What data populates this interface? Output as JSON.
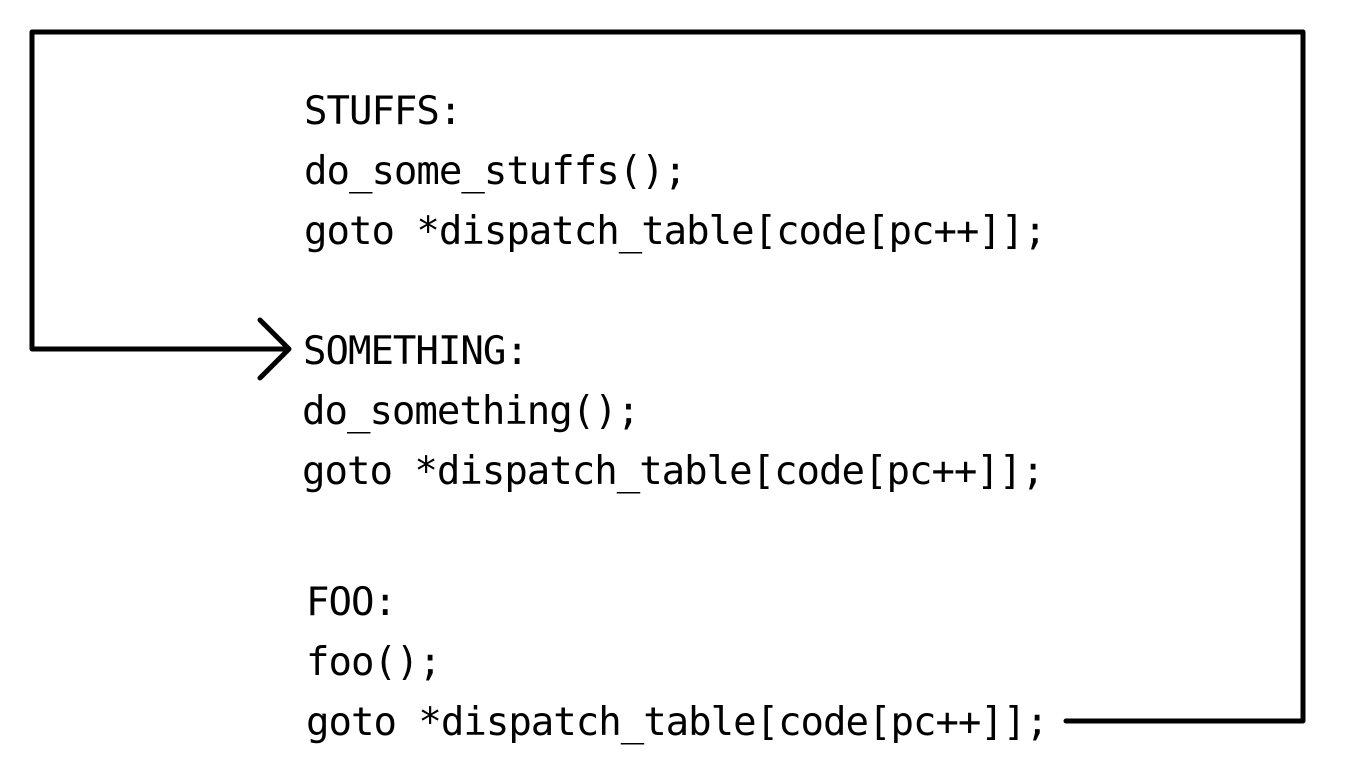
{
  "colors": {
    "background": "#ffffff",
    "ink": "#000000"
  },
  "blocks": [
    {
      "label": "STUFFS:",
      "call": "do_some_stuffs();",
      "dispatch": "goto *dispatch_table[code[pc++]];"
    },
    {
      "label": "SOMETHING:",
      "call": "do_something();",
      "dispatch": "goto *dispatch_table[code[pc++]];"
    },
    {
      "label": "FOO:",
      "call": "foo();",
      "dispatch": "goto *dispatch_table[code[pc++]];"
    }
  ],
  "connectors": [
    {
      "from": "FOO dispatch",
      "to": "SOMETHING",
      "icon": "arrow-right-icon"
    }
  ]
}
